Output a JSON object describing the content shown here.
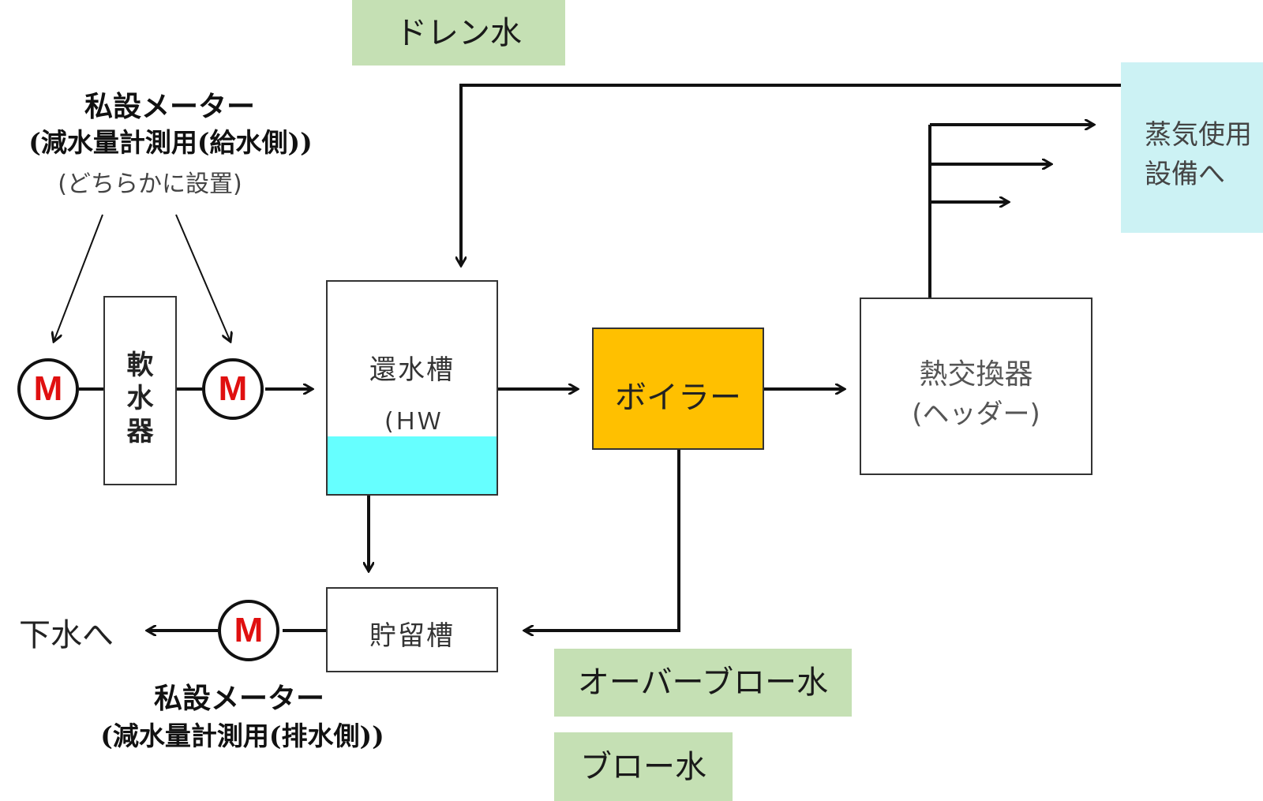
{
  "tags": {
    "drain": "ドレン水",
    "overflow": "オーバーブロー水",
    "blow": "ブロー水"
  },
  "steam_user": {
    "line1": "蒸気使用",
    "line2": "設備へ"
  },
  "meters": {
    "symbol": "M",
    "feed_label_title": "私設メーター",
    "feed_label_sub": "(減水量計測用(給水側))",
    "feed_label_note": "(どちらかに設置)",
    "drain_label_title": "私設メーター",
    "drain_label_sub": "(減水量計測用(排水側))"
  },
  "softener": {
    "line1": "軟",
    "line2": "水",
    "line3": "器"
  },
  "hot_well": {
    "name": "還水槽",
    "abbr": "(ＨＷ"
  },
  "boiler": {
    "name": "ボイラー"
  },
  "heat_exchanger": {
    "name": "熱交換器",
    "sub": "(ヘッダー)"
  },
  "storage_tank": {
    "name": "貯留槽"
  },
  "sewer": "下水へ",
  "colors": {
    "tag_green": "#c5e0b4",
    "steam_cyan": "#ccf2f4",
    "boiler_orange": "#ffc000",
    "water_cyan": "#66ffff",
    "meter_red": "#e01010"
  }
}
